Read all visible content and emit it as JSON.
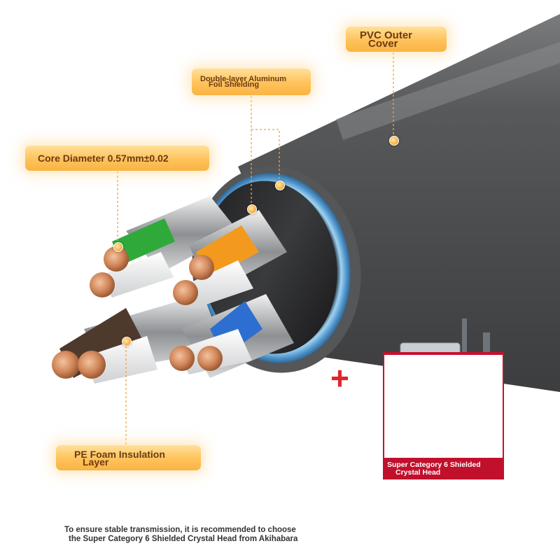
{
  "labels": {
    "pvc": {
      "line1": "PVC Outer",
      "line2": "Cover"
    },
    "foil": {
      "line1": "Double-layer Aluminum",
      "line2": "Foil Shielding"
    },
    "core": {
      "line1": "Core Diameter 0.57mm±0.02"
    },
    "pe": {
      "line1": "PE Foam Insulation",
      "line2": "Layer"
    }
  },
  "connector": {
    "caption_line1": "Super Category 6 Shielded",
    "caption_line2": "Crystal Head",
    "plus_symbol": "+"
  },
  "footer": {
    "line1": "To ensure stable transmission, it is recommended to choose",
    "line2": "the Super Category 6 Shielded Crystal Head from Akihabara"
  },
  "colors": {
    "label_gradient_top": "#ffe09a",
    "label_gradient_bottom": "#f9b444",
    "label_text": "#6b3b12",
    "jacket": "#5a5b5d",
    "foil_blue": "#6fb3e0",
    "accent_red": "#c8102e",
    "pair_green": "#2faa3a",
    "pair_orange": "#f39a1e",
    "pair_blue": "#2d6fd0",
    "pair_brown": "#4e3a2c",
    "copper": "#d08a5c"
  }
}
